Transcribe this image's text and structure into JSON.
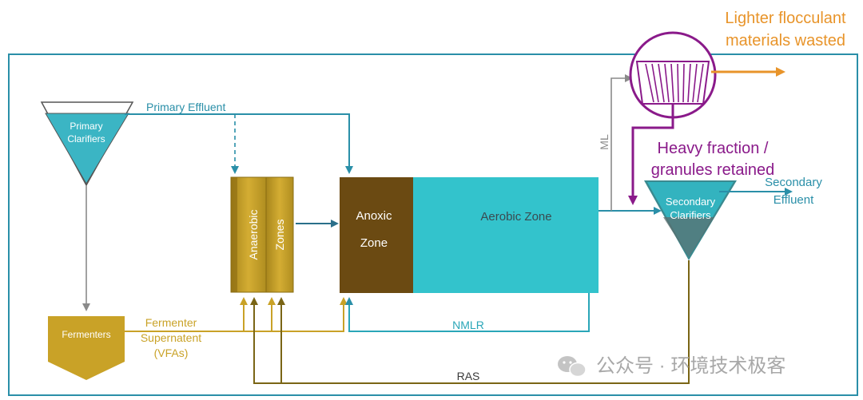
{
  "annotations": {
    "lighter_line1": "Lighter flocculant",
    "lighter_line2": "materials wasted",
    "heavy_line1": "Heavy fraction /",
    "heavy_line2": "granules retained"
  },
  "units": {
    "primary_clarifiers_line1": "Primary",
    "primary_clarifiers_line2": "Clarifiers",
    "fermenters": "Fermenters",
    "anaerobic": "Anaerobic",
    "zones": "Zones",
    "anoxic_line1": "Anoxic",
    "anoxic_line2": "Zone",
    "aerobic": "Aerobic Zone",
    "secondary_clarifiers_line1": "Secondary",
    "secondary_clarifiers_line2": "Clarifiers"
  },
  "flows": {
    "primary_effluent": "Primary Effluent",
    "fermenter_line1": "Fermenter",
    "fermenter_line2": "Supernatent",
    "fermenter_line3": "(VFAs)",
    "nmlr": "NMLR",
    "ras": "RAS",
    "ml": "ML",
    "secondary_effluent_line1": "Secondary",
    "secondary_effluent_line2": "Effluent"
  },
  "watermark": {
    "text": "公众号 · 环境技术极客",
    "icon": "wechat-icon"
  },
  "colors": {
    "teal": "#2aa6b8",
    "aqua": "#33c3cc",
    "gold": "#c9a227",
    "brown": "#6b4a12",
    "purple": "#8a1a8a",
    "orange": "#e8942a",
    "gray": "#8a8a8a"
  }
}
